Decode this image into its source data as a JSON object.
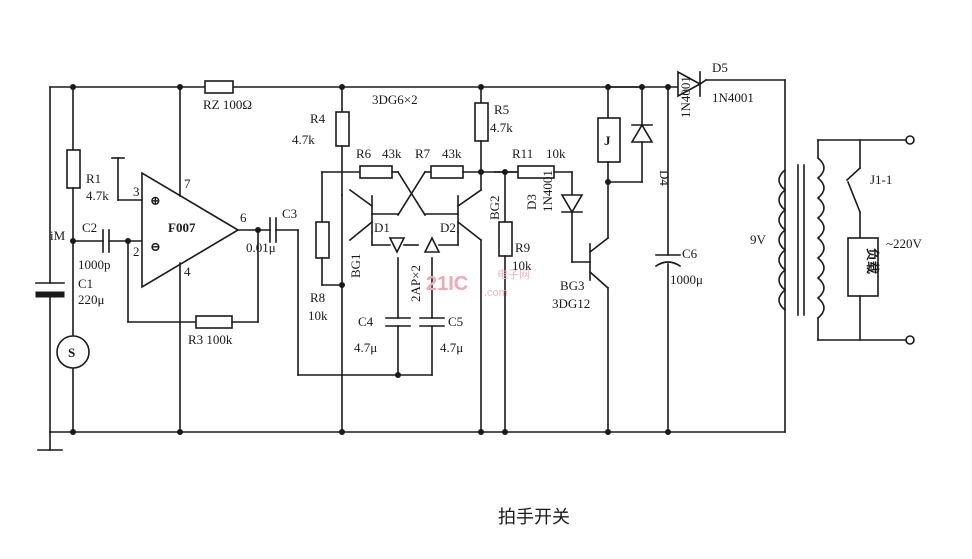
{
  "labels": {
    "mic": "iM",
    "speaker": "S",
    "r1": "R1",
    "r1_val": "4.7k",
    "c2": "C2",
    "c2_val": "1000p",
    "c1": "C1",
    "c1_val": "220μ",
    "rz": "RZ 100Ω",
    "r3": "R3 100k",
    "opamp": "F007",
    "pin3": "3",
    "pin2": "2",
    "pin7": "7",
    "pin4": "4",
    "pin6": "6",
    "c3": "C3",
    "c3_val": "0.01μ",
    "r4": "R4",
    "r4_val": "4.7k",
    "r6": "R6",
    "r6_val": "43k",
    "r7": "R7",
    "r7_val": "43k",
    "r5": "R5",
    "r5_val": "4.7k",
    "pair": "3DG6×2",
    "bg1": "BG1",
    "bg2": "BG2",
    "d1": "D1",
    "d2": "D2",
    "dtype": "2AP×2",
    "r8": "R8",
    "r8_val": "10k",
    "c4": "C4",
    "c4_val": "4.7μ",
    "c5": "C5",
    "c5_val": "4.7μ",
    "r11": "R11",
    "r11_val": "10k",
    "d3": "D3",
    "d3_type": "1N4001",
    "r9": "R9",
    "r9_val": "10k",
    "bg3": "BG3",
    "bg3_type": "3DG12",
    "relay": "J",
    "d4": "D4",
    "d4_type": "1N4001",
    "d5": "D5",
    "d5_type": "1N4001",
    "c6": "C6",
    "c6_val": "1000μ",
    "xfmr": "9V",
    "contact": "J1-1",
    "load": "负载",
    "mains": "~220V",
    "caption": "拍手开关"
  },
  "watermark": {
    "text": "21IC",
    "sub": "电子网",
    "suffix": ".com"
  }
}
